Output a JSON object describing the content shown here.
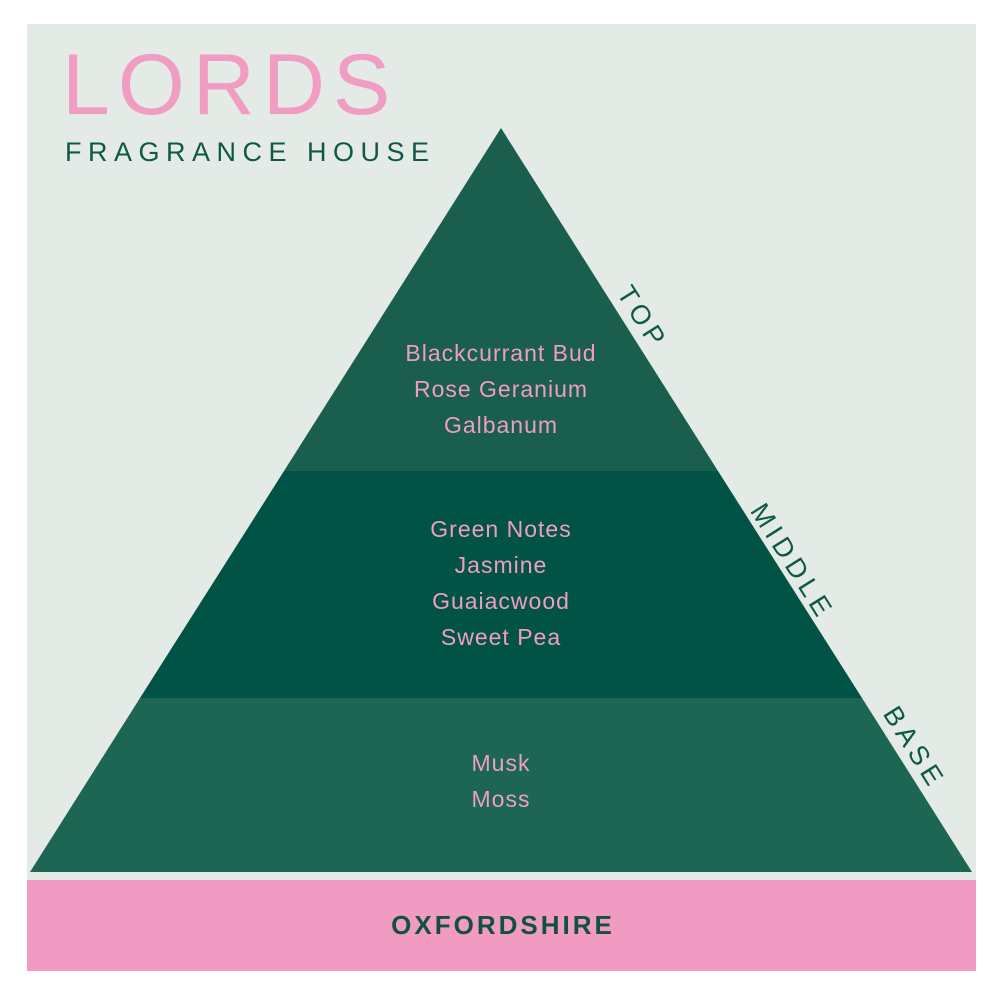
{
  "brand": {
    "name": "LORDS",
    "tagline": "FRAGRANCE HOUSE"
  },
  "pyramid": {
    "tiers": [
      {
        "label": "TOP",
        "color": "#1a5f4d",
        "notes": [
          "Blackcurrant Bud",
          "Rose Geranium",
          "Galbanum"
        ]
      },
      {
        "label": "MIDDLE",
        "color": "#015445",
        "notes": [
          "Green Notes",
          "Jasmine",
          "Guaiacwood",
          "Sweet Pea"
        ]
      },
      {
        "label": "BASE",
        "color": "#1d6654",
        "notes": [
          "Musk",
          "Moss"
        ]
      }
    ]
  },
  "footer": {
    "location": "OXFORDSHIRE"
  },
  "colors": {
    "page_background": "#ffffff",
    "panel_background": "#e4ebe7",
    "brand_pink": "#f09cc3",
    "bar_pink": "#f19bc2",
    "dark_green_text": "#0e5847",
    "tier_top_green": "#1a5f4d",
    "tier_middle_green": "#015445",
    "tier_base_green": "#1d6654"
  }
}
